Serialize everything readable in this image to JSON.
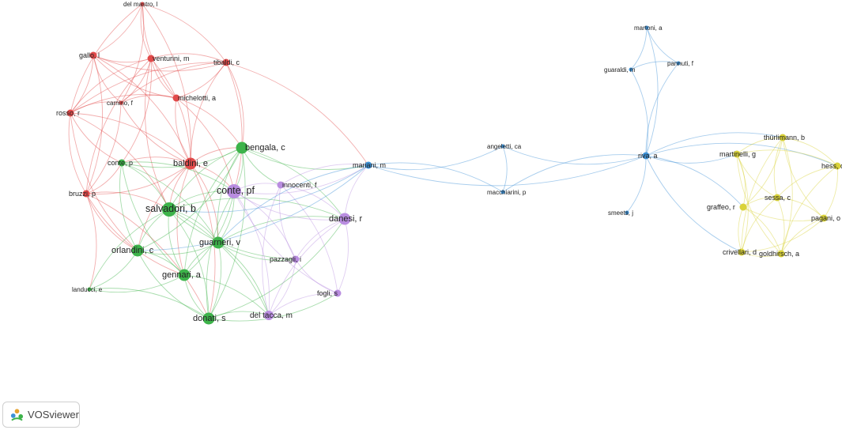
{
  "app": {
    "logo_text": "VOSviewer"
  },
  "colors": {
    "red": "#e24a4a",
    "green": "#3db34a",
    "purple": "#b98de0",
    "blue": "#3d91d6",
    "yellow": "#d9d23a",
    "label": "#222222"
  },
  "nodes": [
    {
      "id": "del_mastro",
      "label": "del mastro, l",
      "cluster": "red",
      "weight": 1
    },
    {
      "id": "gallo",
      "label": "gallo, l",
      "cluster": "red",
      "weight": 2
    },
    {
      "id": "venturini",
      "label": "venturini, m",
      "cluster": "red",
      "weight": 2
    },
    {
      "id": "tibaldi",
      "label": "tibaldi, c",
      "cluster": "red",
      "weight": 2
    },
    {
      "id": "carnino",
      "label": "carnino, f",
      "cluster": "red",
      "weight": 1
    },
    {
      "id": "michelotti",
      "label": "michelotti, a",
      "cluster": "red",
      "weight": 2
    },
    {
      "id": "rosso",
      "label": "rosso, r",
      "cluster": "red",
      "weight": 2
    },
    {
      "id": "baldini",
      "label": "baldini, e",
      "cluster": "red",
      "weight": 4
    },
    {
      "id": "bruzzi",
      "label": "bruzzi, p",
      "cluster": "red",
      "weight": 2
    },
    {
      "id": "conte_p",
      "label": "conte, p",
      "cluster": "green",
      "weight": 2
    },
    {
      "id": "bengala",
      "label": "bengala, c",
      "cluster": "green",
      "weight": 4
    },
    {
      "id": "salvadori",
      "label": "salvadori, b",
      "cluster": "green",
      "weight": 5
    },
    {
      "id": "orlandini",
      "label": "orlandini, c",
      "cluster": "green",
      "weight": 4
    },
    {
      "id": "guarneri",
      "label": "guarneri, v",
      "cluster": "green",
      "weight": 4
    },
    {
      "id": "gennari",
      "label": "gennari, a",
      "cluster": "green",
      "weight": 4
    },
    {
      "id": "landucci",
      "label": "landucci, e",
      "cluster": "green",
      "weight": 1
    },
    {
      "id": "donati",
      "label": "donati, s",
      "cluster": "green",
      "weight": 4
    },
    {
      "id": "conte_pf",
      "label": "conte, pf",
      "cluster": "purple",
      "weight": 5
    },
    {
      "id": "innocenti",
      "label": "innocenti, f",
      "cluster": "purple",
      "weight": 2
    },
    {
      "id": "danesi",
      "label": "danesi, r",
      "cluster": "purple",
      "weight": 4
    },
    {
      "id": "pazzagli",
      "label": "pazzagli, i",
      "cluster": "purple",
      "weight": 2
    },
    {
      "id": "fogli",
      "label": "fogli, s",
      "cluster": "purple",
      "weight": 2
    },
    {
      "id": "del_tacca",
      "label": "del tacca, m",
      "cluster": "purple",
      "weight": 3
    },
    {
      "id": "mariani",
      "label": "mariani, m",
      "cluster": "blue",
      "weight": 2
    },
    {
      "id": "angeletti",
      "label": "angeletti, ca",
      "cluster": "blue",
      "weight": 1
    },
    {
      "id": "macchiarini",
      "label": "macchiarini, p",
      "cluster": "blue",
      "weight": 1
    },
    {
      "id": "martoni",
      "label": "martoni, a",
      "cluster": "blue",
      "weight": 1
    },
    {
      "id": "pannuti",
      "label": "pannuti, f",
      "cluster": "blue",
      "weight": 1
    },
    {
      "id": "guaraldi",
      "label": "guaraldi, m",
      "cluster": "blue",
      "weight": 1
    },
    {
      "id": "riva",
      "label": "riva, a",
      "cluster": "blue",
      "weight": 2
    },
    {
      "id": "smeets",
      "label": "smeets, j",
      "cluster": "blue",
      "weight": 1
    },
    {
      "id": "thurlimann",
      "label": "thürlimann, b",
      "cluster": "yellow",
      "weight": 2
    },
    {
      "id": "martinelli",
      "label": "martinelli, g",
      "cluster": "yellow",
      "weight": 2
    },
    {
      "id": "hess",
      "label": "hess, d",
      "cluster": "yellow",
      "weight": 2
    },
    {
      "id": "graffeo",
      "label": "graffeo, r",
      "cluster": "yellow",
      "weight": 2
    },
    {
      "id": "sessa",
      "label": "sessa, c",
      "cluster": "yellow",
      "weight": 2
    },
    {
      "id": "pagani",
      "label": "pagani, o",
      "cluster": "yellow",
      "weight": 2
    },
    {
      "id": "crivellari",
      "label": "crivellari, d",
      "cluster": "yellow",
      "weight": 2
    },
    {
      "id": "goldhirsch",
      "label": "goldhirsch, a",
      "cluster": "yellow",
      "weight": 2
    }
  ],
  "links": [
    [
      "del_mastro",
      "gallo"
    ],
    [
      "del_mastro",
      "venturini"
    ],
    [
      "del_mastro",
      "tibaldi"
    ],
    [
      "del_mastro",
      "rosso"
    ],
    [
      "del_mastro",
      "carnino"
    ],
    [
      "del_mastro",
      "michelotti"
    ],
    [
      "del_mastro",
      "baldini"
    ],
    [
      "gallo",
      "venturini"
    ],
    [
      "gallo",
      "rosso"
    ],
    [
      "gallo",
      "carnino"
    ],
    [
      "gallo",
      "baldini"
    ],
    [
      "gallo",
      "tibaldi"
    ],
    [
      "gallo",
      "bruzzi"
    ],
    [
      "gallo",
      "michelotti"
    ],
    [
      "venturini",
      "tibaldi"
    ],
    [
      "venturini",
      "rosso"
    ],
    [
      "venturini",
      "carnino"
    ],
    [
      "venturini",
      "michelotti"
    ],
    [
      "venturini",
      "baldini"
    ],
    [
      "venturini",
      "bruzzi"
    ],
    [
      "venturini",
      "conte_p"
    ],
    [
      "venturini",
      "salvadori"
    ],
    [
      "tibaldi",
      "michelotti"
    ],
    [
      "tibaldi",
      "baldini"
    ],
    [
      "tibaldi",
      "bengala"
    ],
    [
      "tibaldi",
      "carnino"
    ],
    [
      "tibaldi",
      "mariani"
    ],
    [
      "tibaldi",
      "rosso"
    ],
    [
      "tibaldi",
      "conte_pf"
    ],
    [
      "carnino",
      "rosso"
    ],
    [
      "carnino",
      "michelotti"
    ],
    [
      "carnino",
      "baldini"
    ],
    [
      "carnino",
      "bruzzi"
    ],
    [
      "michelotti",
      "baldini"
    ],
    [
      "michelotti",
      "bengala"
    ],
    [
      "michelotti",
      "rosso"
    ],
    [
      "michelotti",
      "conte_pf"
    ],
    [
      "rosso",
      "bruzzi"
    ],
    [
      "rosso",
      "baldini"
    ],
    [
      "rosso",
      "conte_p"
    ],
    [
      "rosso",
      "salvadori"
    ],
    [
      "rosso",
      "orlandini"
    ],
    [
      "baldini",
      "bruzzi"
    ],
    [
      "baldini",
      "conte_p"
    ],
    [
      "baldini",
      "bengala"
    ],
    [
      "baldini",
      "salvadori"
    ],
    [
      "baldini",
      "conte_pf"
    ],
    [
      "baldini",
      "orlandini"
    ],
    [
      "baldini",
      "guarneri"
    ],
    [
      "baldini",
      "gennari"
    ],
    [
      "baldini",
      "donati"
    ],
    [
      "bruzzi",
      "conte_p"
    ],
    [
      "bruzzi",
      "salvadori"
    ],
    [
      "bruzzi",
      "orlandini"
    ],
    [
      "bruzzi",
      "landucci"
    ],
    [
      "bruzzi",
      "gennari"
    ],
    [
      "bruzzi",
      "donati"
    ],
    [
      "conte_p",
      "bengala"
    ],
    [
      "conte_p",
      "salvadori"
    ],
    [
      "conte_p",
      "orlandini"
    ],
    [
      "conte_p",
      "guarneri"
    ],
    [
      "conte_p",
      "gennari"
    ],
    [
      "conte_p",
      "conte_pf"
    ],
    [
      "bengala",
      "salvadori"
    ],
    [
      "bengala",
      "conte_pf"
    ],
    [
      "bengala",
      "guarneri"
    ],
    [
      "bengala",
      "orlandini"
    ],
    [
      "bengala",
      "gennari"
    ],
    [
      "bengala",
      "donati"
    ],
    [
      "bengala",
      "innocenti"
    ],
    [
      "bengala",
      "danesi"
    ],
    [
      "bengala",
      "mariani"
    ],
    [
      "salvadori",
      "conte_pf"
    ],
    [
      "salvadori",
      "orlandini"
    ],
    [
      "salvadori",
      "guarneri"
    ],
    [
      "salvadori",
      "gennari"
    ],
    [
      "salvadori",
      "donati"
    ],
    [
      "salvadori",
      "landucci"
    ],
    [
      "salvadori",
      "danesi"
    ],
    [
      "salvadori",
      "pazzagli"
    ],
    [
      "salvadori",
      "del_tacca"
    ],
    [
      "orlandini",
      "guarneri"
    ],
    [
      "orlandini",
      "gennari"
    ],
    [
      "orlandini",
      "donati"
    ],
    [
      "orlandini",
      "landucci"
    ],
    [
      "guarneri",
      "gennari"
    ],
    [
      "guarneri",
      "donati"
    ],
    [
      "guarneri",
      "conte_pf"
    ],
    [
      "guarneri",
      "danesi"
    ],
    [
      "guarneri",
      "pazzagli"
    ],
    [
      "guarneri",
      "del_tacca"
    ],
    [
      "gennari",
      "donati"
    ],
    [
      "gennari",
      "landucci"
    ],
    [
      "gennari",
      "conte_pf"
    ],
    [
      "gennari",
      "del_tacca"
    ],
    [
      "donati",
      "landucci"
    ],
    [
      "donati",
      "conte_pf"
    ],
    [
      "donati",
      "danesi"
    ],
    [
      "donati",
      "del_tacca"
    ],
    [
      "donati",
      "fogli"
    ],
    [
      "conte_pf",
      "innocenti"
    ],
    [
      "conte_pf",
      "danesi"
    ],
    [
      "conte_pf",
      "pazzagli"
    ],
    [
      "conte_pf",
      "fogli"
    ],
    [
      "conte_pf",
      "del_tacca"
    ],
    [
      "conte_pf",
      "mariani"
    ],
    [
      "innocenti",
      "danesi"
    ],
    [
      "innocenti",
      "pazzagli"
    ],
    [
      "innocenti",
      "fogli"
    ],
    [
      "innocenti",
      "del_tacca"
    ],
    [
      "innocenti",
      "mariani"
    ],
    [
      "danesi",
      "pazzagli"
    ],
    [
      "danesi",
      "fogli"
    ],
    [
      "danesi",
      "del_tacca"
    ],
    [
      "danesi",
      "mariani"
    ],
    [
      "pazzagli",
      "fogli"
    ],
    [
      "pazzagli",
      "del_tacca"
    ],
    [
      "fogli",
      "del_tacca"
    ],
    [
      "mariani",
      "salvadori"
    ],
    [
      "mariani",
      "guarneri"
    ],
    [
      "mariani",
      "orlandini"
    ],
    [
      "mariani",
      "angeletti"
    ],
    [
      "mariani",
      "macchiarini"
    ],
    [
      "mariani",
      "riva"
    ],
    [
      "angeletti",
      "macchiarini"
    ],
    [
      "angeletti",
      "riva"
    ],
    [
      "macchiarini",
      "riva"
    ],
    [
      "riva",
      "martoni"
    ],
    [
      "riva",
      "pannuti"
    ],
    [
      "riva",
      "guaraldi"
    ],
    [
      "riva",
      "smeets"
    ],
    [
      "martoni",
      "pannuti"
    ],
    [
      "martoni",
      "guaraldi"
    ],
    [
      "pannuti",
      "guaraldi"
    ],
    [
      "riva",
      "thurlimann"
    ],
    [
      "riva",
      "martinelli"
    ],
    [
      "riva",
      "graffeo"
    ],
    [
      "riva",
      "crivellari"
    ],
    [
      "riva",
      "hess"
    ],
    [
      "thurlimann",
      "martinelli"
    ],
    [
      "thurlimann",
      "hess"
    ],
    [
      "thurlimann",
      "sessa"
    ],
    [
      "thurlimann",
      "graffeo"
    ],
    [
      "thurlimann",
      "pagani"
    ],
    [
      "thurlimann",
      "goldhirsch"
    ],
    [
      "thurlimann",
      "crivellari"
    ],
    [
      "martinelli",
      "hess"
    ],
    [
      "martinelli",
      "sessa"
    ],
    [
      "martinelli",
      "graffeo"
    ],
    [
      "martinelli",
      "goldhirsch"
    ],
    [
      "martinelli",
      "crivellari"
    ],
    [
      "hess",
      "sessa"
    ],
    [
      "hess",
      "pagani"
    ],
    [
      "hess",
      "goldhirsch"
    ],
    [
      "graffeo",
      "sessa"
    ],
    [
      "graffeo",
      "crivellari"
    ],
    [
      "graffeo",
      "goldhirsch"
    ],
    [
      "graffeo",
      "pagani"
    ],
    [
      "sessa",
      "pagani"
    ],
    [
      "sessa",
      "crivellari"
    ],
    [
      "sessa",
      "goldhirsch"
    ],
    [
      "pagani",
      "goldhirsch"
    ],
    [
      "pagani",
      "crivellari"
    ],
    [
      "crivellari",
      "goldhirsch"
    ]
  ]
}
